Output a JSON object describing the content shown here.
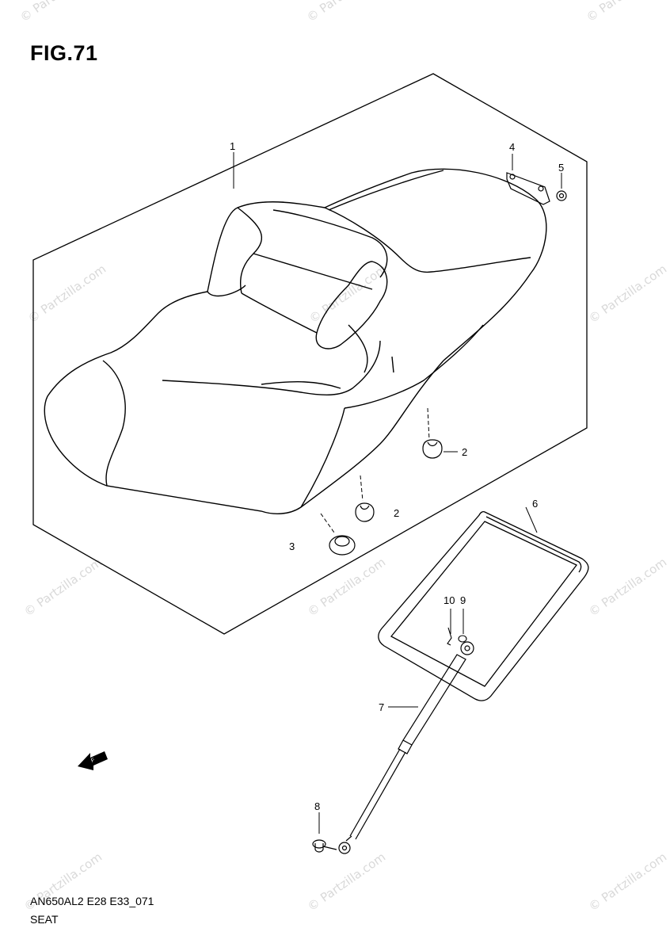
{
  "figure": {
    "title": "FIG.71"
  },
  "footer": {
    "code": "AN650AL2 E28 E33_071",
    "name": "SEAT"
  },
  "callouts": [
    {
      "id": "c1",
      "label": "1"
    },
    {
      "id": "c2a",
      "label": "2"
    },
    {
      "id": "c2b",
      "label": "2"
    },
    {
      "id": "c3",
      "label": "3"
    },
    {
      "id": "c4",
      "label": "4"
    },
    {
      "id": "c5",
      "label": "5"
    },
    {
      "id": "c6",
      "label": "6"
    },
    {
      "id": "c7",
      "label": "7"
    },
    {
      "id": "c8",
      "label": "8"
    },
    {
      "id": "c9",
      "label": "9"
    },
    {
      "id": "c10",
      "label": "10"
    }
  ],
  "watermark": {
    "text": "© Partzilla.com"
  },
  "colors": {
    "line": "#000000",
    "watermark": "#d9d9d9",
    "background": "#ffffff"
  }
}
